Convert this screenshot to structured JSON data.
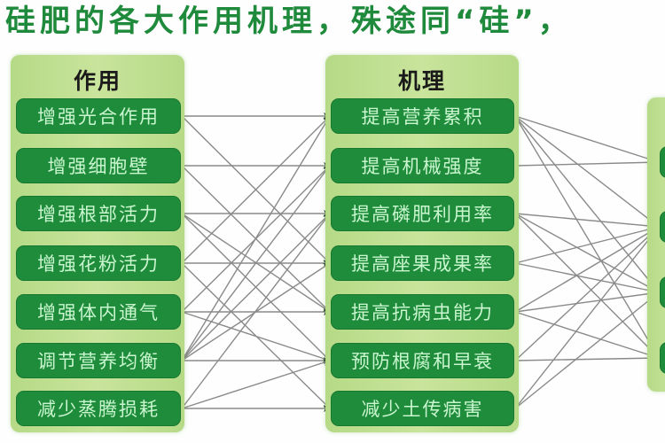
{
  "title": "硅肥的各大作用机理，殊途同“硅”，",
  "colors": {
    "title": "#1f8a3c",
    "panel_bg": "#b5da86",
    "panel_bg_light": "#c9e49c",
    "node_bg": "#1f8c3b",
    "node_text": "#c9f6cf",
    "header_text": "#1a1a1a",
    "line": "#8a8a8a",
    "arrow": "#1e3a1e"
  },
  "panels": {
    "effects": {
      "header": "作用",
      "items": [
        "增强光合作用",
        "增强细胞壁",
        "增强根部活力",
        "增强花粉活力",
        "增强体内通气",
        "调节营养均衡",
        "减少蒸腾损耗"
      ]
    },
    "mechanisms": {
      "header": "机理",
      "items": [
        "提高营养累积",
        "提高机械强度",
        "提高磷肥利用率",
        "提高座果成果率",
        "提高抗病虫能力",
        "预防根腐和早衰",
        "减少土传病害"
      ]
    },
    "results": {
      "header": "",
      "items": [
        "",
        "",
        "",
        ""
      ]
    }
  },
  "links_left": [
    [
      0,
      0
    ],
    [
      0,
      3
    ],
    [
      1,
      1
    ],
    [
      1,
      4
    ],
    [
      2,
      2
    ],
    [
      2,
      5
    ],
    [
      2,
      4
    ],
    [
      3,
      3
    ],
    [
      3,
      0
    ],
    [
      3,
      6
    ],
    [
      4,
      4
    ],
    [
      4,
      1
    ],
    [
      4,
      5
    ],
    [
      5,
      5
    ],
    [
      5,
      0
    ],
    [
      5,
      1
    ],
    [
      5,
      2
    ],
    [
      5,
      3
    ],
    [
      6,
      6
    ],
    [
      6,
      2
    ],
    [
      6,
      5
    ]
  ],
  "links_right": [
    [
      0,
      0
    ],
    [
      0,
      1
    ],
    [
      0,
      2
    ],
    [
      0,
      3
    ],
    [
      1,
      0
    ],
    [
      2,
      1
    ],
    [
      2,
      2
    ],
    [
      2,
      3
    ],
    [
      3,
      2
    ],
    [
      3,
      1
    ],
    [
      4,
      2
    ],
    [
      4,
      3
    ],
    [
      4,
      1
    ],
    [
      5,
      3
    ],
    [
      5,
      1
    ],
    [
      6,
      2
    ],
    [
      6,
      1
    ]
  ]
}
